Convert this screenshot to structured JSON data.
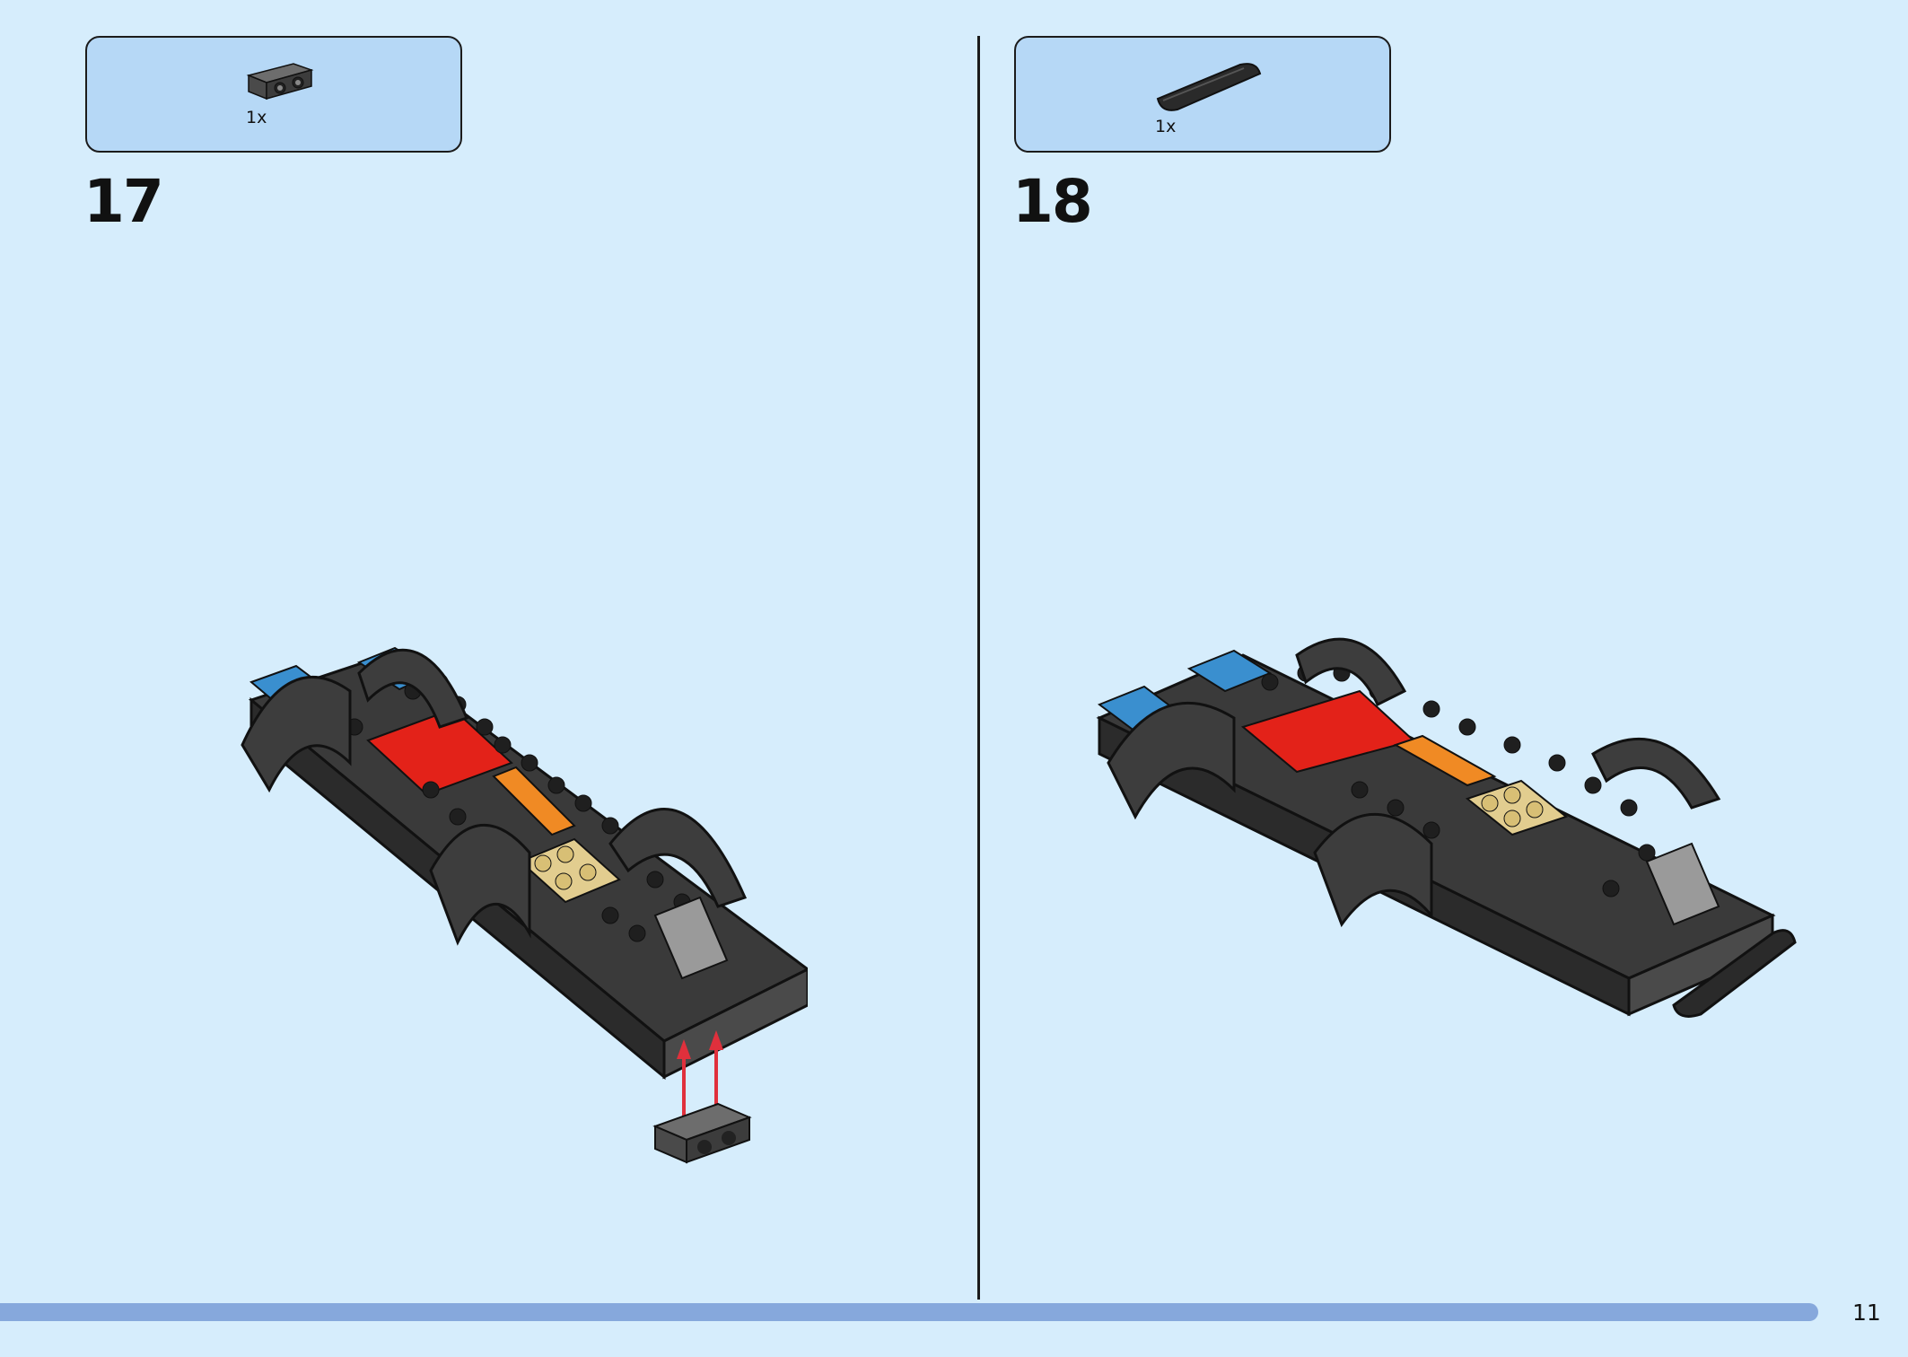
{
  "steps": [
    {
      "number": "17",
      "parts": [
        {
          "qty": "1x",
          "icon": "bracket-plate-1x2-icon",
          "color": "#4a4a4a"
        }
      ]
    },
    {
      "number": "18",
      "parts": [
        {
          "qty": "1x",
          "icon": "curved-slope-tile-icon",
          "color": "#2a2a2a"
        }
      ]
    }
  ],
  "page": {
    "number": "11"
  },
  "colors": {
    "background": "#d6edfc",
    "parts_box": "#b6d8f6",
    "progress_bar": "#86a8dc",
    "brick_dark": "#3a3a3a",
    "brick_blue": "#3a8fcf",
    "brick_tan": "#e2cd8f",
    "brick_red": "#e32219",
    "arrow": "#e0303c"
  }
}
